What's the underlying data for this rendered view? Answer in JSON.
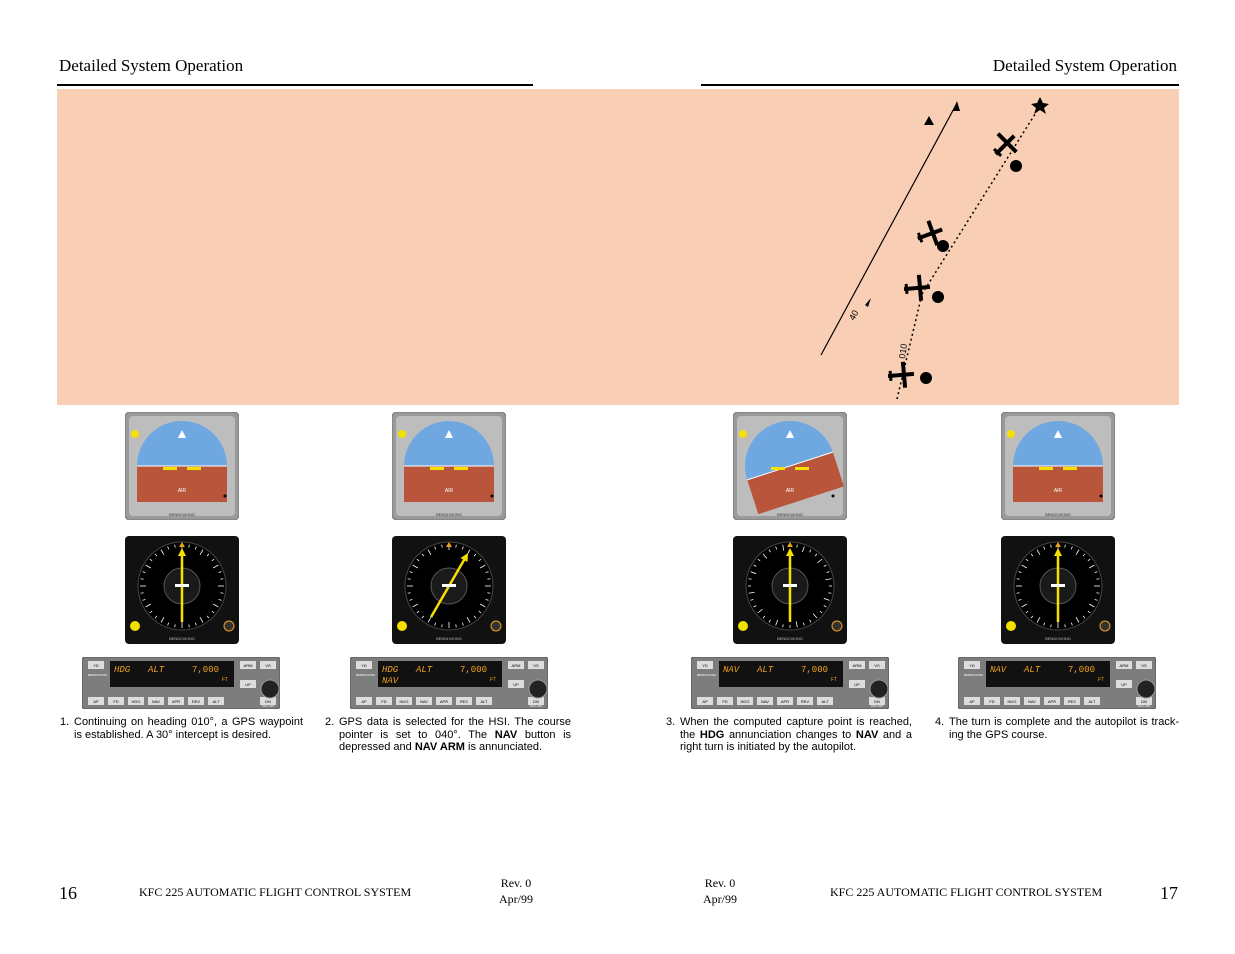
{
  "header": {
    "left_title": "Detailed System Operation",
    "right_title": "Detailed System Operation"
  },
  "diagram": {
    "course_label": "40",
    "heading_label": "010"
  },
  "panels": [
    {
      "ctl_line1": "HDG",
      "ctl_line2": "",
      "ctl_alt": "ALT",
      "ctl_value": "7,000",
      "ctl_unit": "FT"
    },
    {
      "ctl_line1": "HDG",
      "ctl_line2": "NAV",
      "ctl_alt": "ALT",
      "ctl_value": "7,000",
      "ctl_unit": "FT"
    },
    {
      "ctl_line1": "NAV",
      "ctl_line2": "",
      "ctl_alt": "ALT",
      "ctl_value": "7,000",
      "ctl_unit": "FT"
    },
    {
      "ctl_line1": "NAV",
      "ctl_line2": "",
      "ctl_alt": "ALT",
      "ctl_value": "7,000",
      "ctl_unit": "FT"
    }
  ],
  "controller": {
    "brand": "BENDIX/KING",
    "model": "KFC 225",
    "buttons": [
      "AP",
      "FD",
      "HDG",
      "NAV",
      "APR",
      "REV",
      "ALT"
    ],
    "right_buttons": [
      "ARM",
      "VS",
      "UP",
      "DN"
    ],
    "left_button": "YD",
    "ai_label": "AIR",
    "gauge_brand": "BENDIX/KING"
  },
  "captions": [
    {
      "num": "1.",
      "text": "Continuing on heading 010°, a GPS waypoint is established. A 30° intercept is desired."
    },
    {
      "num": "2.",
      "pre": "GPS data is selected for the HSI. The course pointer is set to 040°. The ",
      "b1": "NAV",
      "mid": " button is depressed and ",
      "b2": "NAV ARM",
      "post": " is annunciated."
    },
    {
      "num": "3.",
      "pre": "When the computed capture point is reached, the ",
      "b1": "HDG",
      "mid": " annunciation changes to ",
      "b2": "NAV",
      "post": " and a right turn is initiated by  the autopilot."
    },
    {
      "num": "4.",
      "text": "The turn is complete and the autopilot is track-ing the GPS course."
    }
  ],
  "footer": {
    "left_page": "16",
    "left_title": "KFC 225 AUTOMATIC FLIGHT CONTROL  SYSTEM",
    "left_rev": "Rev. 0",
    "left_date": "Apr/99",
    "right_rev": "Rev. 0",
    "right_date": "Apr/99",
    "right_title": "KFC 225 AUTOMATIC FLIGHT CONTROL  SYSTEM",
    "right_page": "17"
  },
  "colors": {
    "diagram_bg": "#f8cfb4",
    "sky": "#6fa8e0",
    "ground": "#b8553a",
    "display_amber": "#f0a020",
    "needle_yellow": "#f5e000"
  }
}
